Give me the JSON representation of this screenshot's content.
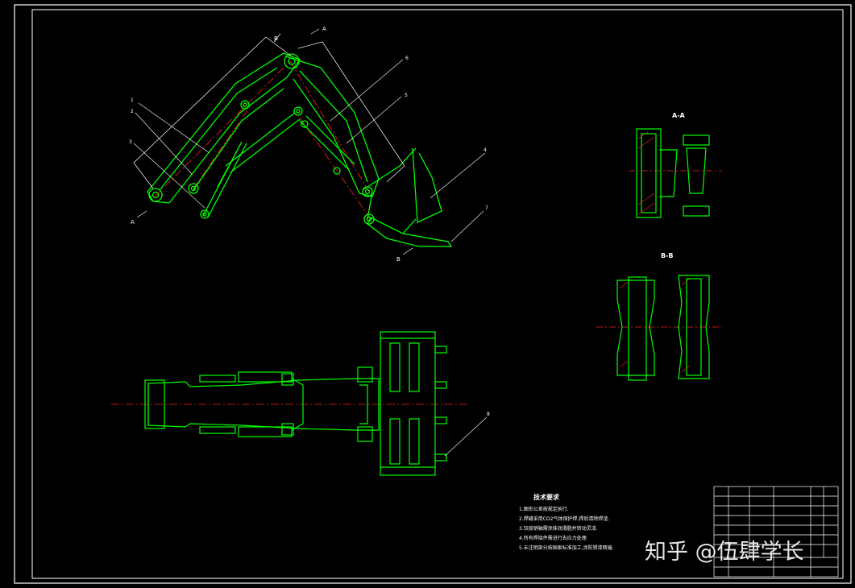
{
  "colors": {
    "background": "#000000",
    "outline": "#00ff00",
    "frame": "#ffffff",
    "centerline": "#ff2020",
    "leader": "#ffffff",
    "hatch": "#ff2020"
  },
  "section_marks": {
    "a_top": "A",
    "a_bottom": "A",
    "b_top": "B",
    "b_bottom": "B"
  },
  "balloons": [
    "1",
    "2",
    "3",
    "4",
    "5",
    "6",
    "7",
    "8"
  ],
  "section_views": {
    "aa_title": "A-A",
    "bb_title": "B-B"
  },
  "notes": {
    "title": "技术要求",
    "lines": [
      "1.图形公差按规定执行.",
      "2.焊缝采用CO2气体保护焊,焊后清除焊渣.",
      "3.铰接销轴需涂抹润滑脂并转动灵活.",
      "4.所有焊接件需进行去应力处理.",
      "5.未注明部分按国家标准加工,涂防锈漆两遍."
    ]
  },
  "watermark": "知乎 @伍肆学长"
}
